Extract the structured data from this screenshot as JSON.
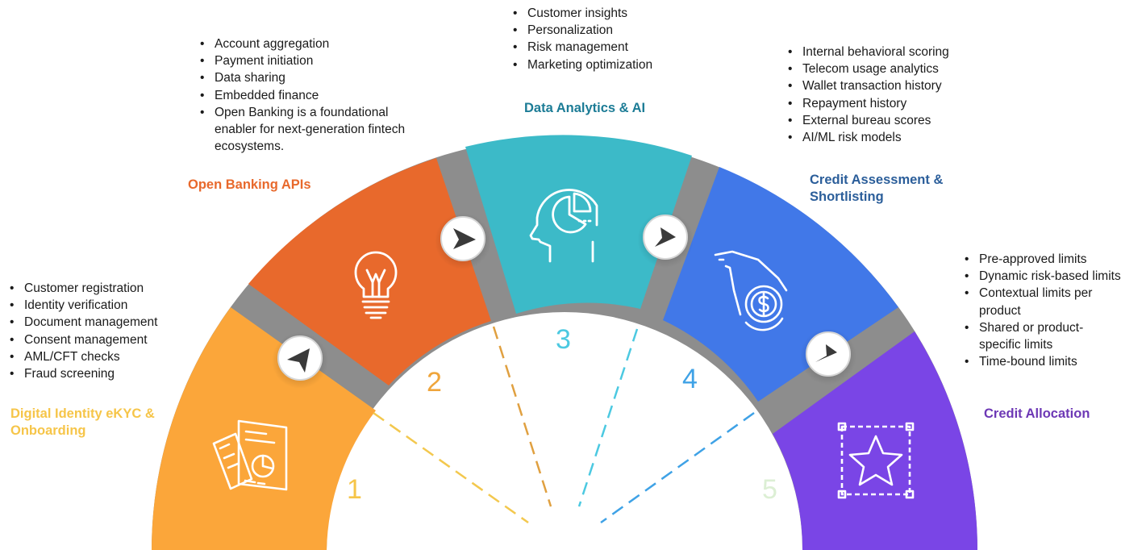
{
  "stages": [
    {
      "number": "1",
      "title": "Digital Identity eKYC & Onboarding",
      "color": "#FBA63A",
      "icon": "documents-chart-icon",
      "items": [
        "Customer registration",
        "Identity verification",
        "Document management",
        "Consent management",
        "AML/CFT checks",
        "Fraud screening"
      ]
    },
    {
      "number": "2",
      "title": "Open Banking APIs",
      "color": "#E8692C",
      "icon": "lightbulb-icon",
      "items": [
        "Account aggregation",
        "Payment initiation",
        "Data sharing",
        "Embedded finance",
        "Open Banking is a foundational enabler for next-generation fintech ecosystems."
      ]
    },
    {
      "number": "3",
      "title": "Data Analytics & AI",
      "color": "#3CBAC8",
      "icon": "head-analytics-icon",
      "items": [
        "Customer insights",
        "Personalization",
        "Risk management",
        "Marketing optimization"
      ]
    },
    {
      "number": "4",
      "title": "Credit Assessment & Shortlisting",
      "color": "#4178E8",
      "icon": "hand-coin-icon",
      "items": [
        "Internal behavioral scoring",
        "Telecom usage analytics",
        "Wallet transaction history",
        "Repayment history",
        "External bureau scores",
        "AI/ML risk models"
      ]
    },
    {
      "number": "5",
      "title": "Credit Allocation",
      "color": "#7A45E6",
      "icon": "star-frame-icon",
      "items": [
        "Pre-approved limits",
        "Dynamic risk-based limits",
        "Contextual limits per product",
        "Shared or product-specific limits",
        "Time-bound limits"
      ]
    }
  ],
  "colors": {
    "title_1": "#F6C549",
    "title_2": "#E8692C",
    "title_3": "#1C7C96",
    "title_4": "#2B5E9A",
    "title_5": "#6D38B5",
    "num_1": "#F6C549",
    "num_2": "#EFA53B",
    "num_3": "#4CC9E1",
    "num_4": "#3FA2E6",
    "num_5": "#DCEFD4",
    "connector_arrow": "#3a3a3a"
  }
}
